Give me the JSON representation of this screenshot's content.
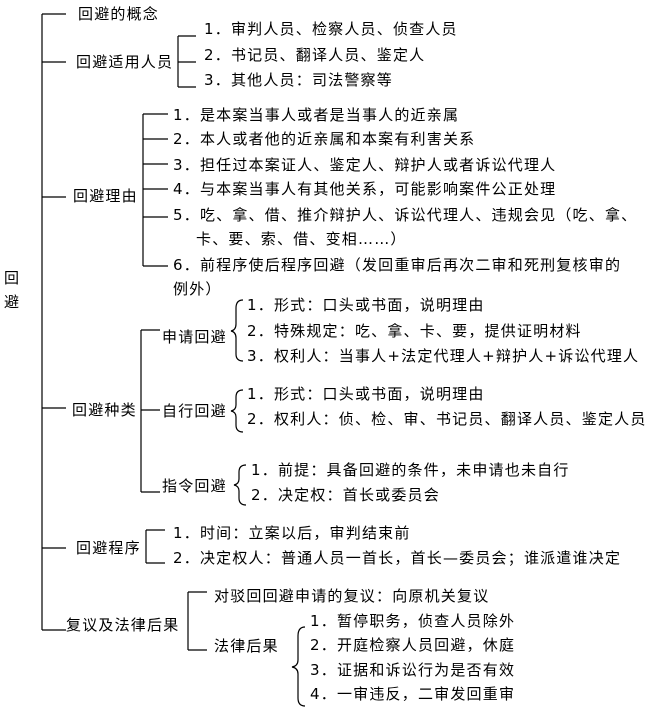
{
  "root": [
    "回",
    "避"
  ],
  "concept": "回避的概念",
  "applicable": {
    "label": "回避适用人员",
    "items": [
      "1．审判人员、检察人员、侦查人员",
      "2．书记员、翻译人员、鉴定人",
      "3．其他人员：司法警察等"
    ]
  },
  "reasons": {
    "label": "回避理由",
    "items": [
      "1．是本案当事人或者是当事人的近亲属",
      "2．本人或者他的近亲属和本案有利害关系",
      "3．担任过本案证人、鉴定人、辩护人或者诉讼代理人",
      "4．与本案当事人有其他关系，可能影响案件公正处理",
      "5．吃、拿、借、推介辩护人、诉讼代理人、违规会见（吃、拿、",
      "卡、要、索、借、变相……）",
      "6．前程序使后程序回避（发回重审后再次二审和死刑复核审的",
      "例外）"
    ]
  },
  "types": {
    "label": "回避种类",
    "apply": {
      "label": "申请回避",
      "items": [
        "1．形式：口头或书面，说明理由",
        "2．特殊规定：吃、拿、卡、要，提供证明材料",
        "3．权利人：当事人+法定代理人+辩护人+诉讼代理人"
      ]
    },
    "self": {
      "label": "自行回避",
      "items": [
        "1．形式：口头或书面，说明理由",
        "2．权利人：侦、检、审、书记员、翻译人员、鉴定人员"
      ]
    },
    "order": {
      "label": "指令回避",
      "items": [
        "1．前提：具备回避的条件，未申请也未自行",
        "2．决定权：首长或委员会"
      ]
    }
  },
  "procedure": {
    "label": "回避程序",
    "items": [
      "1．时间：立案以后，审判结束前",
      "2．决定权人：普通人员一首长，首长—委员会；谁派遣谁决定"
    ]
  },
  "review": {
    "label": "复议及法律后果",
    "reconsider": "对驳回回避申请的复议：向原机关复议",
    "consequences": {
      "label": "法律后果",
      "items": [
        "1．暂停职务，侦查人员除外",
        "2．开庭检察人员回避，休庭",
        "3．证据和诉讼行为是否有效",
        "4．一审违反，二审发回重审"
      ]
    }
  }
}
